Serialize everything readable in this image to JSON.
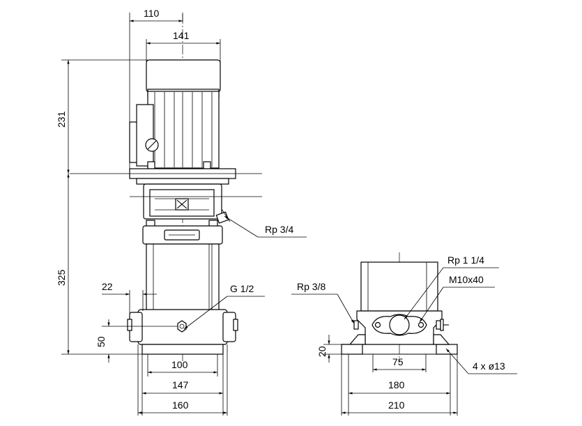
{
  "dimensions": {
    "motor_offset": "110",
    "motor_width": "141",
    "motor_height": "231",
    "pump_height": "325",
    "drain_offset": "22",
    "base_height": "50",
    "base_inner": "100",
    "base_mid": "147",
    "base_outer": "160",
    "side_base_height": "20",
    "side_bolt": "75",
    "side_mid": "180",
    "side_outer": "210"
  },
  "callouts": {
    "vent_plug": "Rp 3/4",
    "drain_plug": "G 1/2",
    "side_port_left": "Rp 3/8",
    "side_port_main": "Rp 1 1/4",
    "side_bolt_thread": "M10x40",
    "mount_holes": "4 x ø13"
  }
}
